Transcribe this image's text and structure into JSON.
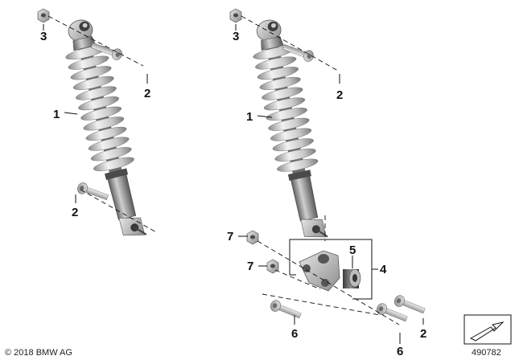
{
  "callouts": {
    "left_nut": "3",
    "left_bolt_top": "2",
    "left_shock": "1",
    "left_bolt_bottom": "2",
    "right_nut": "3",
    "right_bolt_top": "2",
    "right_shock": "1",
    "right_nut_a": "7",
    "right_nut_b": "7",
    "bushing": "5",
    "bracket_group": "4",
    "bracket_bolt_left": "6",
    "bracket_bolt_right": "6",
    "right_bolt_bottom": "2"
  },
  "footer": {
    "copyright": "© 2018 BMW AG",
    "diagram_number": "490782"
  }
}
